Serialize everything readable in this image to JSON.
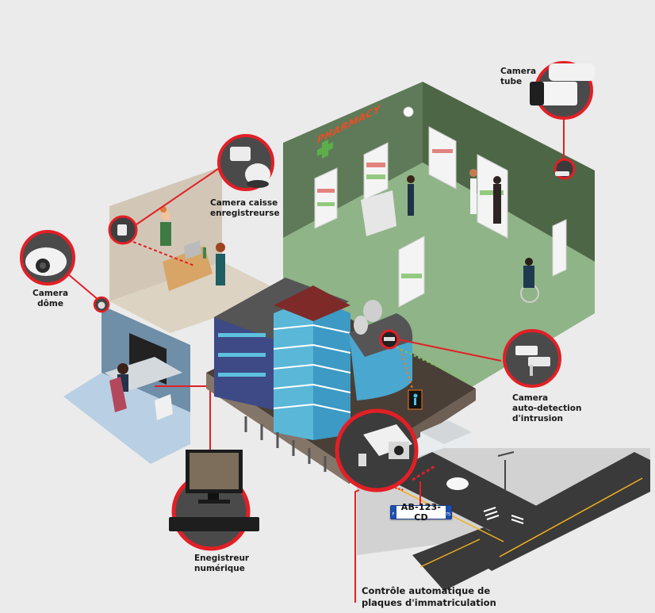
{
  "diagram": {
    "title": "Video surveillance system overview",
    "colors": {
      "accent_red": "#e21f26",
      "background": "#ebebeb",
      "pharmacy_wall": "#5a7454",
      "pharmacy_floor": "#8fb487",
      "office_wall": "#6f8ea8",
      "office_floor": "#b9cfe3",
      "shop_wall": "#cfc3b2",
      "road": "#3a3a3a",
      "road_line": "#f2b01e"
    },
    "labels": {
      "camera_tube": "Camera\ntube",
      "camera_caisse": "Camera caisse\nenregistreurse",
      "camera_dome": "Camera\ndôme",
      "camera_intrusion": "Camera\nauto-detection\nd'intrusion",
      "recorder": "Enegistreur\nnumérique",
      "plate_control": "Contrôle automatique de\nplaques d'immatriculation"
    },
    "pharmacy_sign": "PHARMACY",
    "license_plate": {
      "number": "AB-123-CD",
      "country": "F",
      "department": "75"
    },
    "icons": [
      "bullet-camera-icon",
      "ptz-camera-icon",
      "dome-camera-icon",
      "intrusion-camera-icon",
      "box-camera-icon",
      "nvr-recorder-icon",
      "monitor-icon"
    ]
  }
}
